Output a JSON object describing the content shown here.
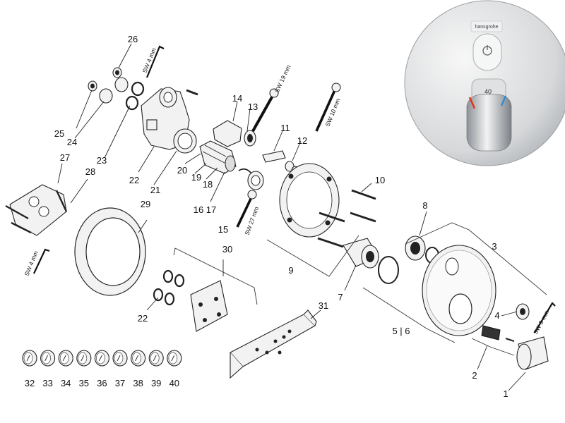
{
  "callouts": [
    {
      "id": "c1",
      "text": "1"
    },
    {
      "id": "c2",
      "text": "2"
    },
    {
      "id": "c3",
      "text": "3"
    },
    {
      "id": "c4",
      "text": "4"
    },
    {
      "id": "c56",
      "text": "5 | 6"
    },
    {
      "id": "c7",
      "text": "7"
    },
    {
      "id": "c8",
      "text": "8"
    },
    {
      "id": "c9",
      "text": "9"
    },
    {
      "id": "c10",
      "text": "10"
    },
    {
      "id": "c11",
      "text": "11"
    },
    {
      "id": "c12",
      "text": "12"
    },
    {
      "id": "c13",
      "text": "13"
    },
    {
      "id": "c14",
      "text": "14"
    },
    {
      "id": "c15",
      "text": "15"
    },
    {
      "id": "c1617",
      "text": "16 17"
    },
    {
      "id": "c18",
      "text": "18"
    },
    {
      "id": "c19",
      "text": "19"
    },
    {
      "id": "c20",
      "text": "20"
    },
    {
      "id": "c21",
      "text": "21"
    },
    {
      "id": "c22a",
      "text": "22"
    },
    {
      "id": "c22b",
      "text": "22"
    },
    {
      "id": "c23",
      "text": "23"
    },
    {
      "id": "c24",
      "text": "24"
    },
    {
      "id": "c25",
      "text": "25"
    },
    {
      "id": "c26",
      "text": "26"
    },
    {
      "id": "c27",
      "text": "27"
    },
    {
      "id": "c28",
      "text": "28"
    },
    {
      "id": "c29",
      "text": "29"
    },
    {
      "id": "c30",
      "text": "30"
    },
    {
      "id": "c31",
      "text": "31"
    }
  ],
  "cap_labels": [
    "32",
    "33",
    "34",
    "35",
    "36",
    "37",
    "38",
    "39",
    "40"
  ],
  "tool_labels": {
    "sw4_top": "SW 4 mm",
    "sw19": "SW 19 mm",
    "sw10": "SW 10 mm",
    "sw27": "SW 27 mm",
    "sw4_left": "SW 4 mm",
    "sw3": "SW 3 mm"
  },
  "product_photo": {
    "brand": "hansgrohe",
    "temperature_mark": "40",
    "button_icon": "power-icon"
  }
}
